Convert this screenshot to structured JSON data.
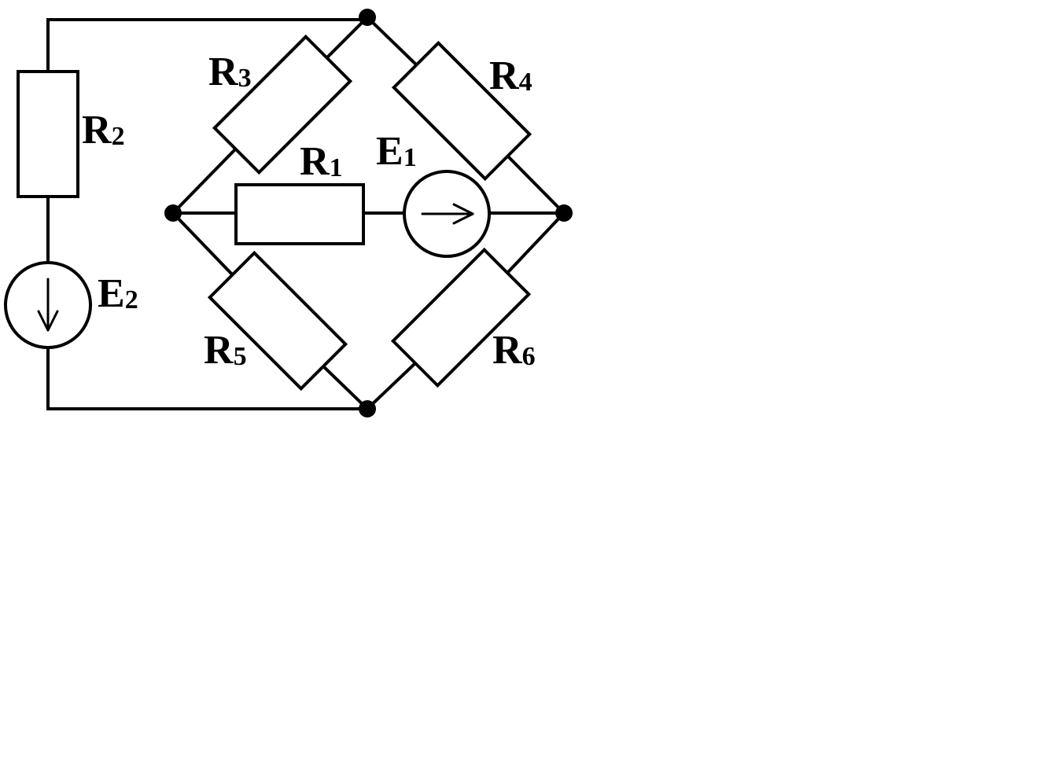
{
  "diagram": {
    "colors": {
      "line": "#000000",
      "background": "#ffffff"
    },
    "labels": {
      "R1": {
        "letter": "R",
        "index": "1"
      },
      "R2": {
        "letter": "R",
        "index": "2"
      },
      "R3": {
        "letter": "R",
        "index": "3"
      },
      "R4": {
        "letter": "R",
        "index": "4"
      },
      "R5": {
        "letter": "R",
        "index": "5"
      },
      "R6": {
        "letter": "R",
        "index": "6"
      },
      "E1": {
        "letter": "E",
        "index": "1"
      },
      "E2": {
        "letter": "E",
        "index": "2"
      }
    },
    "sources": {
      "E1": {
        "direction": "right"
      },
      "E2": {
        "direction": "down"
      }
    }
  }
}
